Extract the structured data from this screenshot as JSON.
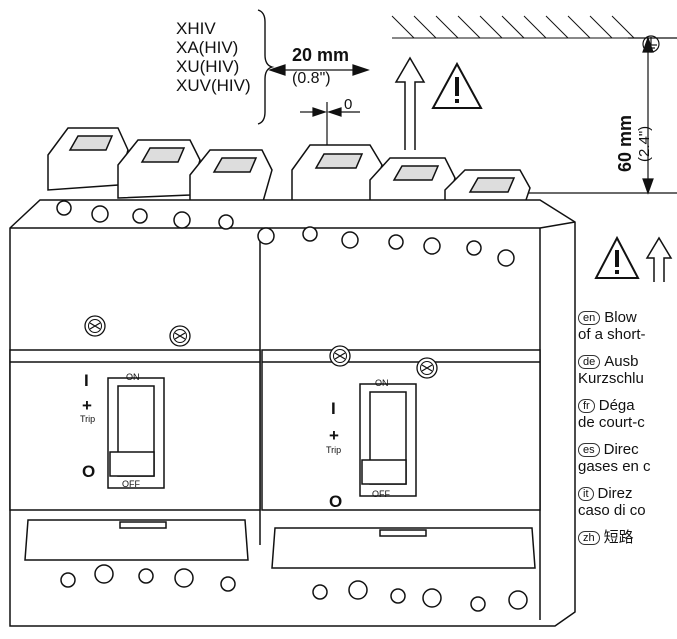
{
  "accessory_labels": [
    "XHIV",
    "XA(HIV)",
    "XU(HIV)",
    "XUV(HIV)"
  ],
  "side_clearance": {
    "metric": "20 mm",
    "imperial": "(0.8\")",
    "zero": "0"
  },
  "top_clearance": {
    "metric": "60 mm",
    "imperial": "(2.4\")"
  },
  "switch_markings": {
    "on_symbol": "I",
    "on": "ON",
    "trip_symbol": "+",
    "trip": "Trip",
    "off_symbol": "O",
    "off": "OFF"
  },
  "icons": [
    "warning-triangle-icon",
    "up-arrow-icon",
    "earth-ground-icon"
  ],
  "languages": [
    {
      "code": "en",
      "line1": "Blow",
      "line2": "of a short-"
    },
    {
      "code": "de",
      "line1": "Ausb",
      "line2": "Kurzschlu"
    },
    {
      "code": "fr",
      "line1": "Déga",
      "line2": "de court-c"
    },
    {
      "code": "es",
      "line1": "Direc",
      "line2": "gases en c"
    },
    {
      "code": "it",
      "line1": "Direz",
      "line2": "caso di co"
    },
    {
      "code": "zh",
      "line1": "短路",
      "line2": ""
    }
  ]
}
